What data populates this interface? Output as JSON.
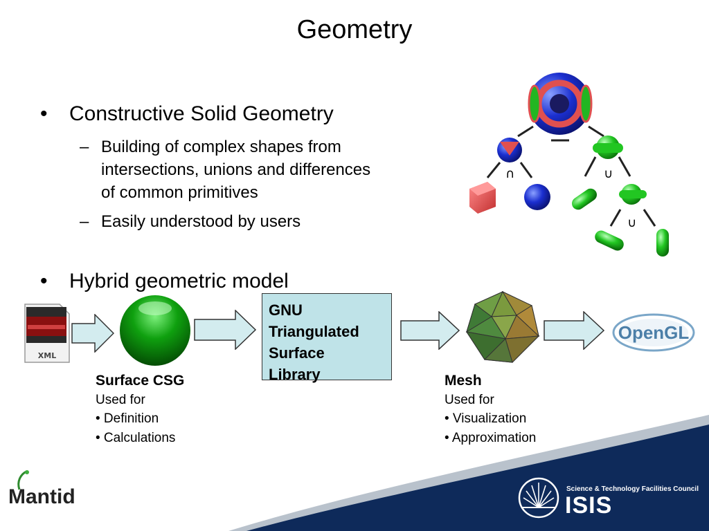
{
  "slide": {
    "title": "Geometry",
    "bullets": [
      {
        "text": "Constructive Solid Geometry",
        "sub": [
          "Building of complex shapes from",
          "intersections, unions and differences",
          "of common primitives",
          "Easily understood by users"
        ]
      },
      {
        "text": "Hybrid geometric model"
      }
    ],
    "bullet_symbol": "•",
    "dash_symbol": "–"
  },
  "flow": {
    "xml_label": "XML",
    "gnu_box": [
      "GNU",
      "Triangulated",
      "Surface",
      "Library"
    ],
    "surface": {
      "title": "Surface CSG",
      "line1": "Used for",
      "items": [
        "• Definition",
        "• Calculations"
      ]
    },
    "mesh": {
      "title": "Mesh",
      "line1": "Used for",
      "items": [
        "• Visualization",
        "• Approximation"
      ]
    },
    "opengl_label": "OpenGL"
  },
  "csg_tree": {
    "ops": [
      "—",
      "∩",
      "∪",
      "∪"
    ]
  },
  "footer": {
    "logo_left": "Mantid",
    "council": "Science & Technology Facilities Council",
    "isis": "ISIS"
  },
  "colors": {
    "accent_box": "#bfe3e8",
    "footer_navy": "#0e2a5a",
    "arrow_fill": "#d3ecef"
  }
}
